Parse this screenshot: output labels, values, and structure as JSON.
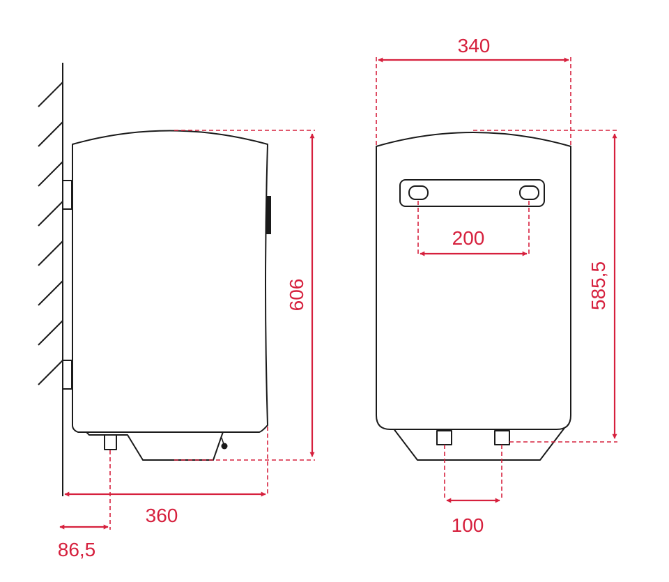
{
  "colors": {
    "dimension": "#d6203d",
    "outline": "#1a1a1a",
    "background": "#ffffff"
  },
  "dimensions": {
    "side_height": "606",
    "side_depth": "360",
    "side_outlet_offset": "86,5",
    "front_width": "340",
    "front_bracket_spacing": "200",
    "front_height": "585,5",
    "front_pipe_spacing": "100"
  }
}
